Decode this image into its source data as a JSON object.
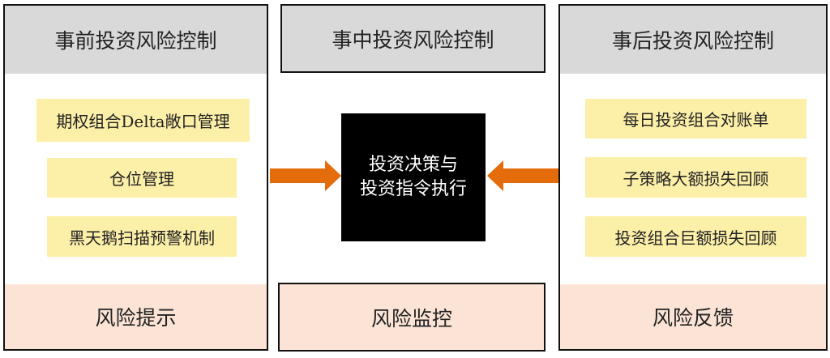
{
  "pre": {
    "title": "事前投资风险控制",
    "items": [
      "期权组合Delta敞口管理",
      "仓位管理",
      "黑天鹅扫描预警机制"
    ],
    "footer": "风险提示"
  },
  "during": {
    "title": "事中投资风险控制",
    "core": [
      "投资决策与",
      "投资指令执行"
    ],
    "footer": "风险监控"
  },
  "post": {
    "title": "事后投资风险控制",
    "items": [
      "每日投资组合对账单",
      "子策略大额损失回顾",
      "投资组合巨额损失回顾"
    ],
    "footer": "风险反馈"
  },
  "colors": {
    "arrow": "#e46c0a",
    "header": "#d9d9d9",
    "item": "#fcefa8",
    "footer": "#fbe4d6"
  }
}
